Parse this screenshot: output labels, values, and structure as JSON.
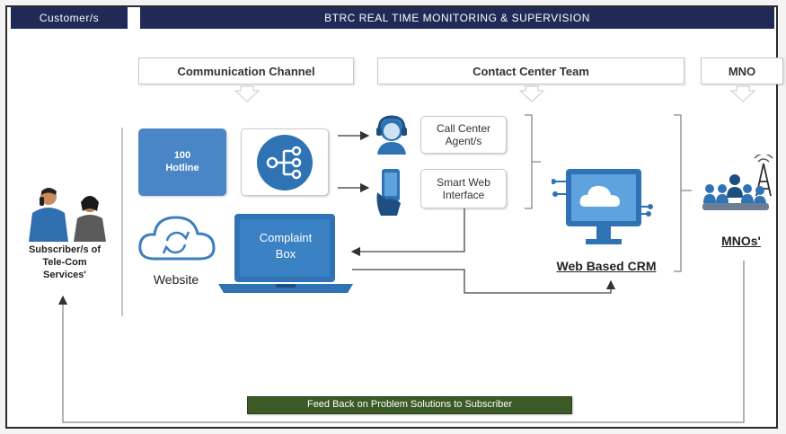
{
  "header": {
    "customers": "Customer/s",
    "title": "BTRC REAL TIME MONITORING & SUPERVISION"
  },
  "sections": {
    "communication_channel": "Communication Channel",
    "contact_center_team": "Contact Center Team",
    "mno": "MNO"
  },
  "subscriber": {
    "label_line1": "Subscriber/s of",
    "label_line2": "Tele-Com",
    "label_line3": "Services'"
  },
  "channels": {
    "hotline_line1": "100",
    "hotline_line2": "Hotline",
    "website": "Website",
    "complaint_line1": "Complaint",
    "complaint_line2": "Box"
  },
  "contact_center": {
    "call_center_line1": "Call Center",
    "call_center_line2": "Agent/s",
    "smart_web_line1": "Smart Web",
    "smart_web_line2": "Interface"
  },
  "crm": {
    "label": "Web Based CRM"
  },
  "mnos": {
    "label": "MNOs'"
  },
  "feedback": {
    "label": "Feed Back on Problem Solutions to Subscriber"
  },
  "colors": {
    "header_bg": "#1f2a56",
    "hotline_bg": "#4a86c5",
    "icon_blue": "#2f73b5",
    "feedback_bg": "#3b5a26"
  }
}
